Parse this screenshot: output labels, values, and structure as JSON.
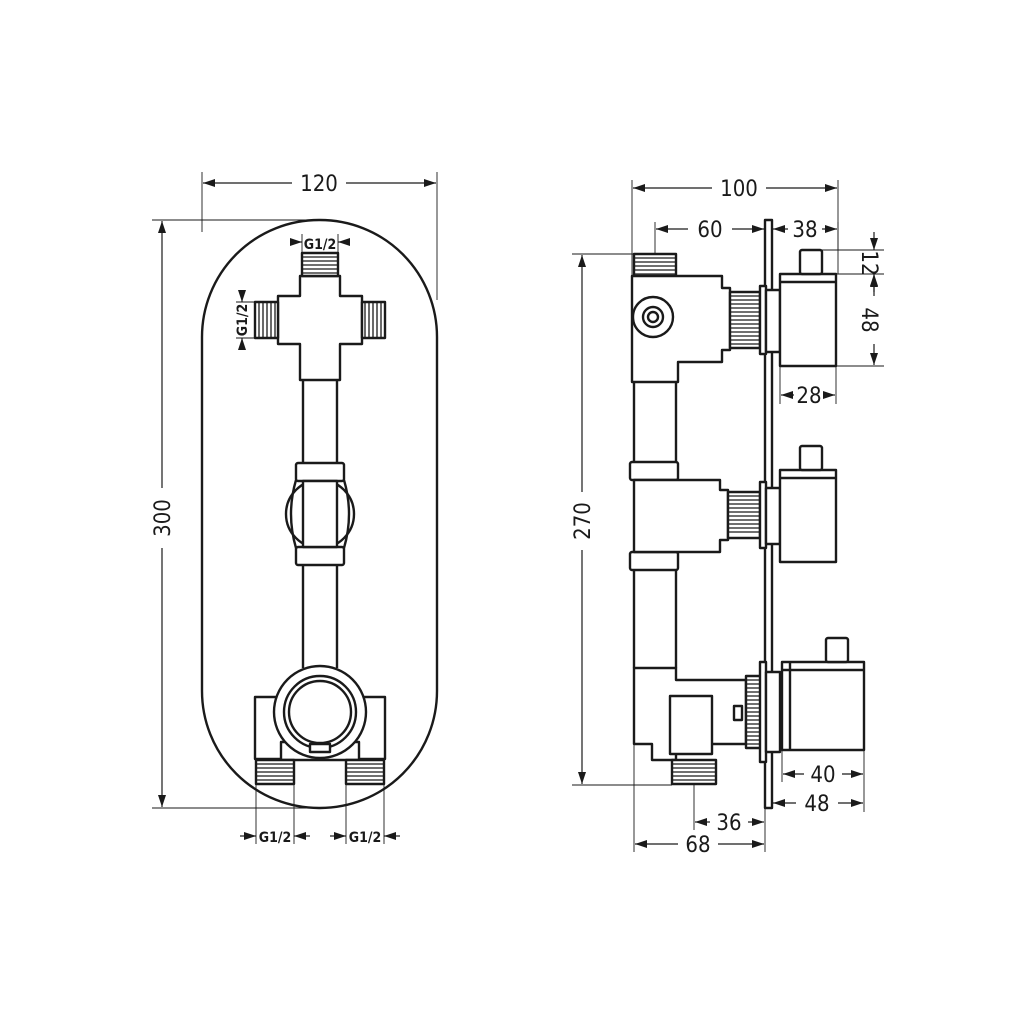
{
  "front_view": {
    "width": "120",
    "height": "300",
    "thread_top": "G1/2",
    "thread_left": "G1/2",
    "thread_bottom_left": "G1/2",
    "thread_bottom_right": "G1/2"
  },
  "side_view": {
    "depth_total": "100",
    "depth_body": "60",
    "handle_depth": "38",
    "handle_top_gap": "12",
    "handle_height": "48",
    "handle_width": "28",
    "body_height": "270",
    "diverter_depth": "40",
    "diverter_total": "48",
    "outlet_offset": "36",
    "outlet_total": "68"
  }
}
